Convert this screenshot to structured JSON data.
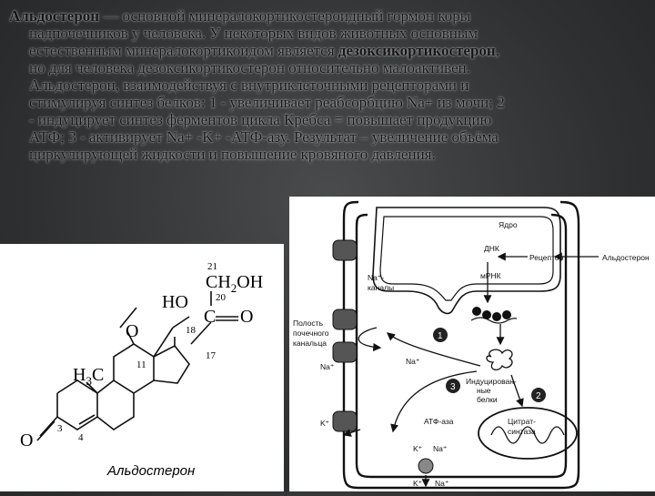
{
  "text": {
    "l1_title": "Альдостерон",
    "l1_rest": " — основной минералокортикостероидный гормон коры",
    "l2": "надпочечников у человека. У некоторых видов животных основным",
    "l3_a": "естественным минералокортикоидом является ",
    "l3_bold": "дезоксикортикостерон",
    "l3_b": ",",
    "l4": "но для человека дезоксикортикостерон относительно малоактивен.",
    "l5": "Альдостерон, взаимодействуя с внутриклеточными рецепторами и",
    "l6": "стимулируя синтез белков: 1 - увеличивает реабсорбцию Na+ из мочи; 2",
    "l7": "- индуцирует синтез ферментов цикла Кребса = повышает продукцию",
    "l8": "АТФ; 3 - активирует Na+ -K+ -АТФ-азу. Результат – увеличение объёма",
    "l9": "циркулирующей жидкости и  повышение кровяного давления."
  },
  "structure": {
    "caption": "Альдостерон",
    "atom_21": "21",
    "ch2oh": "CH",
    "ch2oh_sub": "2",
    "ch2oh_end": "OH",
    "ho": "HO",
    "c_top": "C",
    "o_top": "O",
    "c_20": "20",
    "atom_18": "18",
    "atom_17": "17",
    "atom_11": "11",
    "o_left": "O",
    "h3c": "H",
    "h3c_sub": "3",
    "h3c_end": "C",
    "atom_3": "3",
    "atom_4": "4",
    "o_ring": "O"
  },
  "cell": {
    "nucleus": "Ядро",
    "dnk": "ДНК",
    "mrnk": "мРНК",
    "receptor": "Рецептор",
    "aldosterone": "Альдостерон",
    "na_channels_1": "Na⁺-",
    "na_channels_2": "каналы",
    "lumen_1": "Полость",
    "lumen_2": "почечного",
    "lumen_3": "канальца",
    "na_plus": "Na⁺",
    "na_plus_2": "Na⁺",
    "k_plus": "K⁺",
    "k_plus_2": "K⁺",
    "na_plus_3": "Na⁺",
    "k_plus_3": "K⁺",
    "na_plus_4": "Na⁺",
    "induced_1": "Индуцирован-",
    "induced_2": "ные",
    "induced_3": "белки",
    "atpase": "АТФ-аза",
    "citrate_1": "Цитрат-",
    "citrate_2": "синтаза",
    "n1": "1",
    "n2": "2",
    "n3": "3"
  }
}
